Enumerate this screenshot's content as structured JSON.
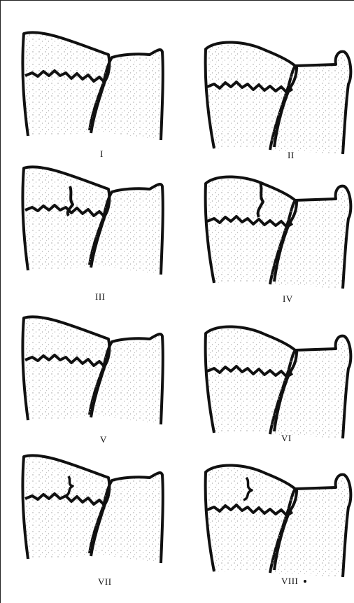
{
  "figure": {
    "panels": [
      {
        "id": "I",
        "label": "I",
        "ulna_style": "short",
        "radius_fracture": "simple"
      },
      {
        "id": "II",
        "label": "II",
        "ulna_style": "styloid",
        "radius_fracture": "simple"
      },
      {
        "id": "III",
        "label": "III",
        "ulna_style": "short",
        "radius_fracture": "intraarticular"
      },
      {
        "id": "IV",
        "label": "IV",
        "ulna_style": "styloid",
        "radius_fracture": "intraarticular"
      },
      {
        "id": "V",
        "label": "V",
        "ulna_style": "short",
        "radius_fracture": "simple"
      },
      {
        "id": "VI",
        "label": "VI",
        "ulna_style": "styloid",
        "radius_fracture": "simple"
      },
      {
        "id": "VII",
        "label": "VII",
        "ulna_style": "short",
        "radius_fracture": "comminuted"
      },
      {
        "id": "VIII",
        "label": "VIII",
        "ulna_style": "styloid",
        "radius_fracture": "comminuted"
      }
    ]
  },
  "colors": {
    "ink": "#111111",
    "bone_fill": "#f2f2f2",
    "stipple": "#9a9a9a"
  }
}
